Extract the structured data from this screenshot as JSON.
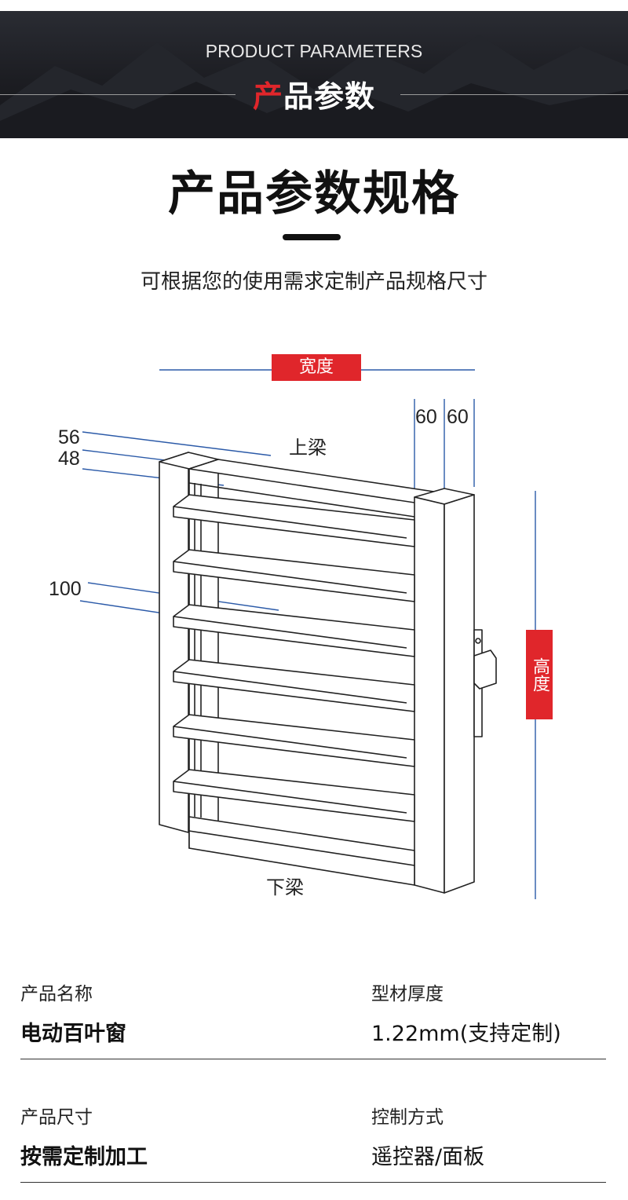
{
  "header": {
    "subtitle_en": "PRODUCT PARAMETERS",
    "title_cn_red": "产",
    "title_cn_rest": "品参数"
  },
  "section": {
    "title": "产品参数规格",
    "subtitle": "可根据您的使用需求定制产品规格尺寸"
  },
  "diagram": {
    "width_label": "宽度",
    "height_label": "高度",
    "top_beam_label": "上梁",
    "bottom_beam_label": "下梁",
    "dim_top_1": "60",
    "dim_top_2": "60",
    "dim_left_1": "56",
    "dim_left_2": "48",
    "dim_left_3": "100",
    "accent_color": "#e0262b",
    "line_color": "#2b5aa8"
  },
  "specs": [
    {
      "label": "产品名称",
      "value": "电动百叶窗"
    },
    {
      "label": "型材厚度",
      "value": "1.22mm(支持定制)"
    },
    {
      "label": "产品尺寸",
      "value": "按需定制加工"
    },
    {
      "label": "控制方式",
      "value": "遥控器/面板"
    }
  ]
}
